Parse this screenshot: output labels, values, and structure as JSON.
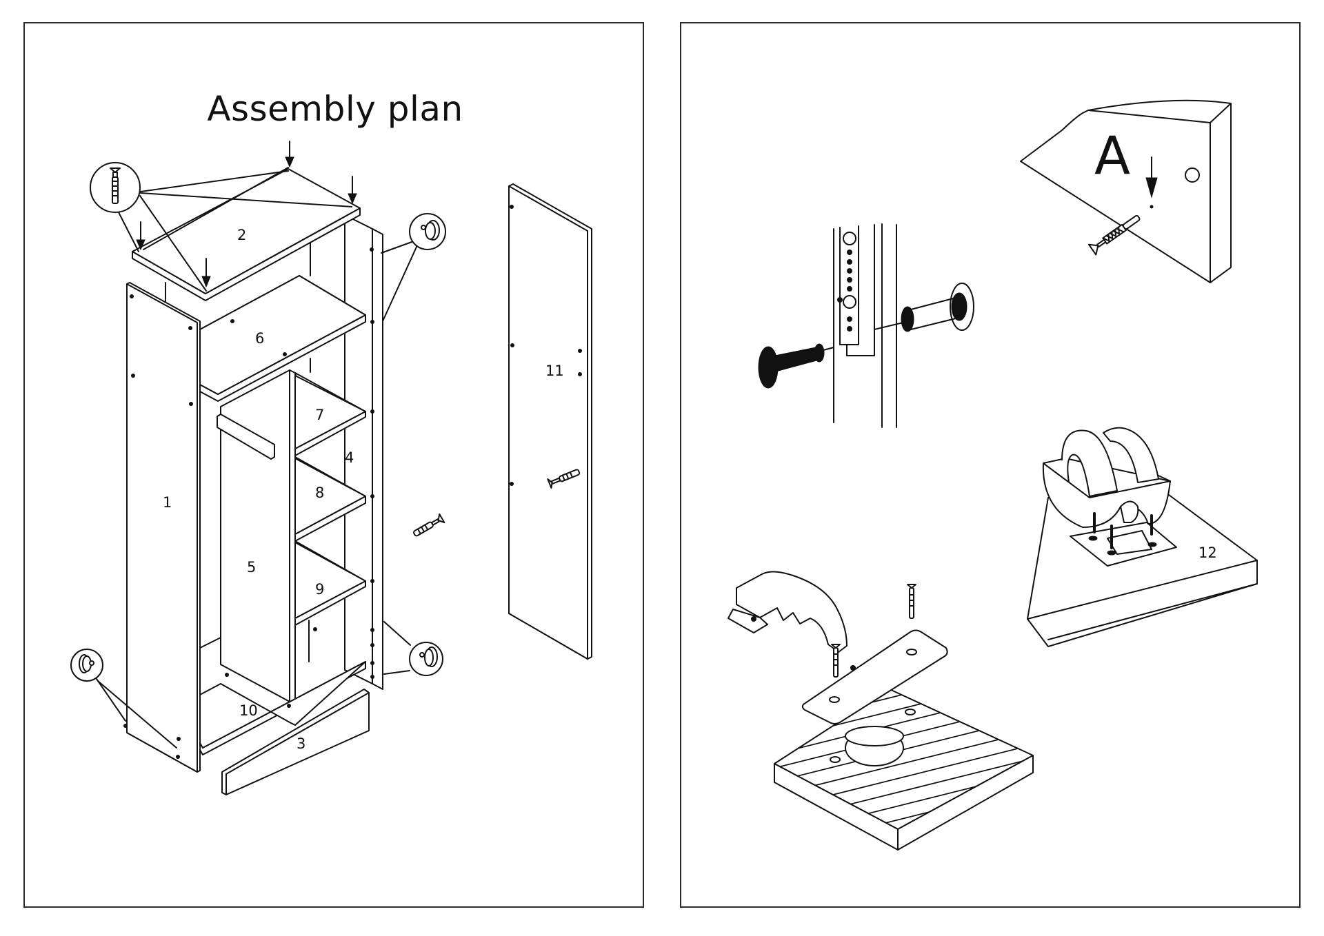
{
  "document": {
    "pages": [
      {
        "id": "left",
        "title": "Assembly plan",
        "figure": "exploded wardrobe assembly",
        "part_labels": {
          "p1": "1",
          "p2": "2",
          "p3": "3",
          "p4": "4",
          "p5": "5",
          "p6": "6",
          "p7": "7",
          "p8": "8",
          "p9": "9",
          "p10": "10",
          "p11": "11"
        },
        "callouts": [
          "screw-detail-callout",
          "knob-detail-callout-top-right",
          "knob-detail-callout-bottom-left",
          "knob-detail-callout-bottom-right"
        ]
      },
      {
        "id": "right",
        "details": {
          "cam_lock": {
            "caption": ""
          },
          "corner_screw": {
            "letter": "A"
          },
          "caster": {
            "part_label": "12"
          },
          "hinge": {
            "caption": ""
          }
        }
      }
    ]
  }
}
